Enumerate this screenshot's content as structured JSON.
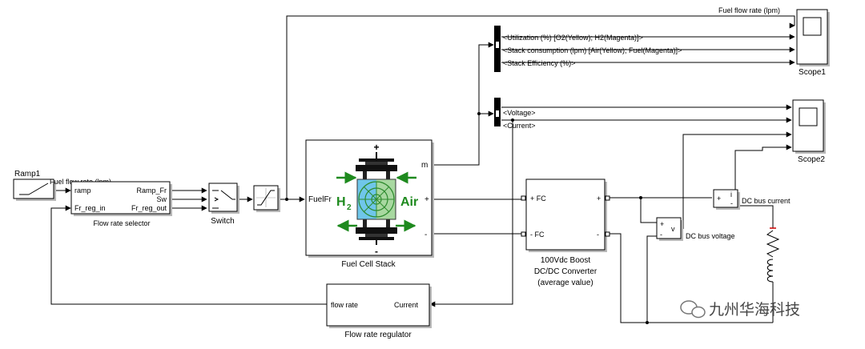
{
  "blocks": {
    "ramp": "Ramp1",
    "flow_selector": {
      "name": "Flow rate selector",
      "ports": {
        "ramp": "ramp",
        "fr_reg_in": "Fr_reg_in",
        "ramp_fr": "Ramp_Fr",
        "sw": "Sw",
        "fr_reg_out": "Fr_reg_out"
      }
    },
    "switch": "Switch",
    "stack": {
      "name": "Fuel Cell Stack",
      "port_in": "FuelFr",
      "port_m": "m",
      "plus": "+",
      "minus": "-",
      "h2": "H",
      "h2_sub": "2",
      "air": "Air"
    },
    "converter": {
      "title1": "100Vdc Boost",
      "title2": "DC/DC Converter",
      "title3": "(average value)",
      "fc_plus": "+ FC",
      "fc_minus": "- FC",
      "out_plus": "+",
      "out_minus": "-"
    },
    "regulator": {
      "name": "Flow rate regulator",
      "port_in": "flow rate",
      "port_out": "Current"
    },
    "current_meas": {
      "plus": "+",
      "i": "i",
      "minus": "-"
    },
    "voltage_meas": {
      "plus": "+",
      "minus": "-",
      "v": "v"
    },
    "scope1": "Scope1",
    "scope2": "Scope2"
  },
  "signals": {
    "fuel_flow_top": "Fuel flow rate (lpm)",
    "fuel_flow_ramp": "Fuel flow rate (lpm)",
    "utilization": "<Utilization (%) [O2(Yellow); H2(Magenta)]>",
    "consumption": "<Stack consumption (lpm) [Air(Yellow); Fuel(Magenta)]>",
    "efficiency": "<Stack Efficiency (%)>",
    "voltage": "<Voltage>",
    "current": "<Current>",
    "dc_current": "DC bus current",
    "dc_voltage": "DC bus voltage"
  },
  "watermark": "九州华海科技"
}
